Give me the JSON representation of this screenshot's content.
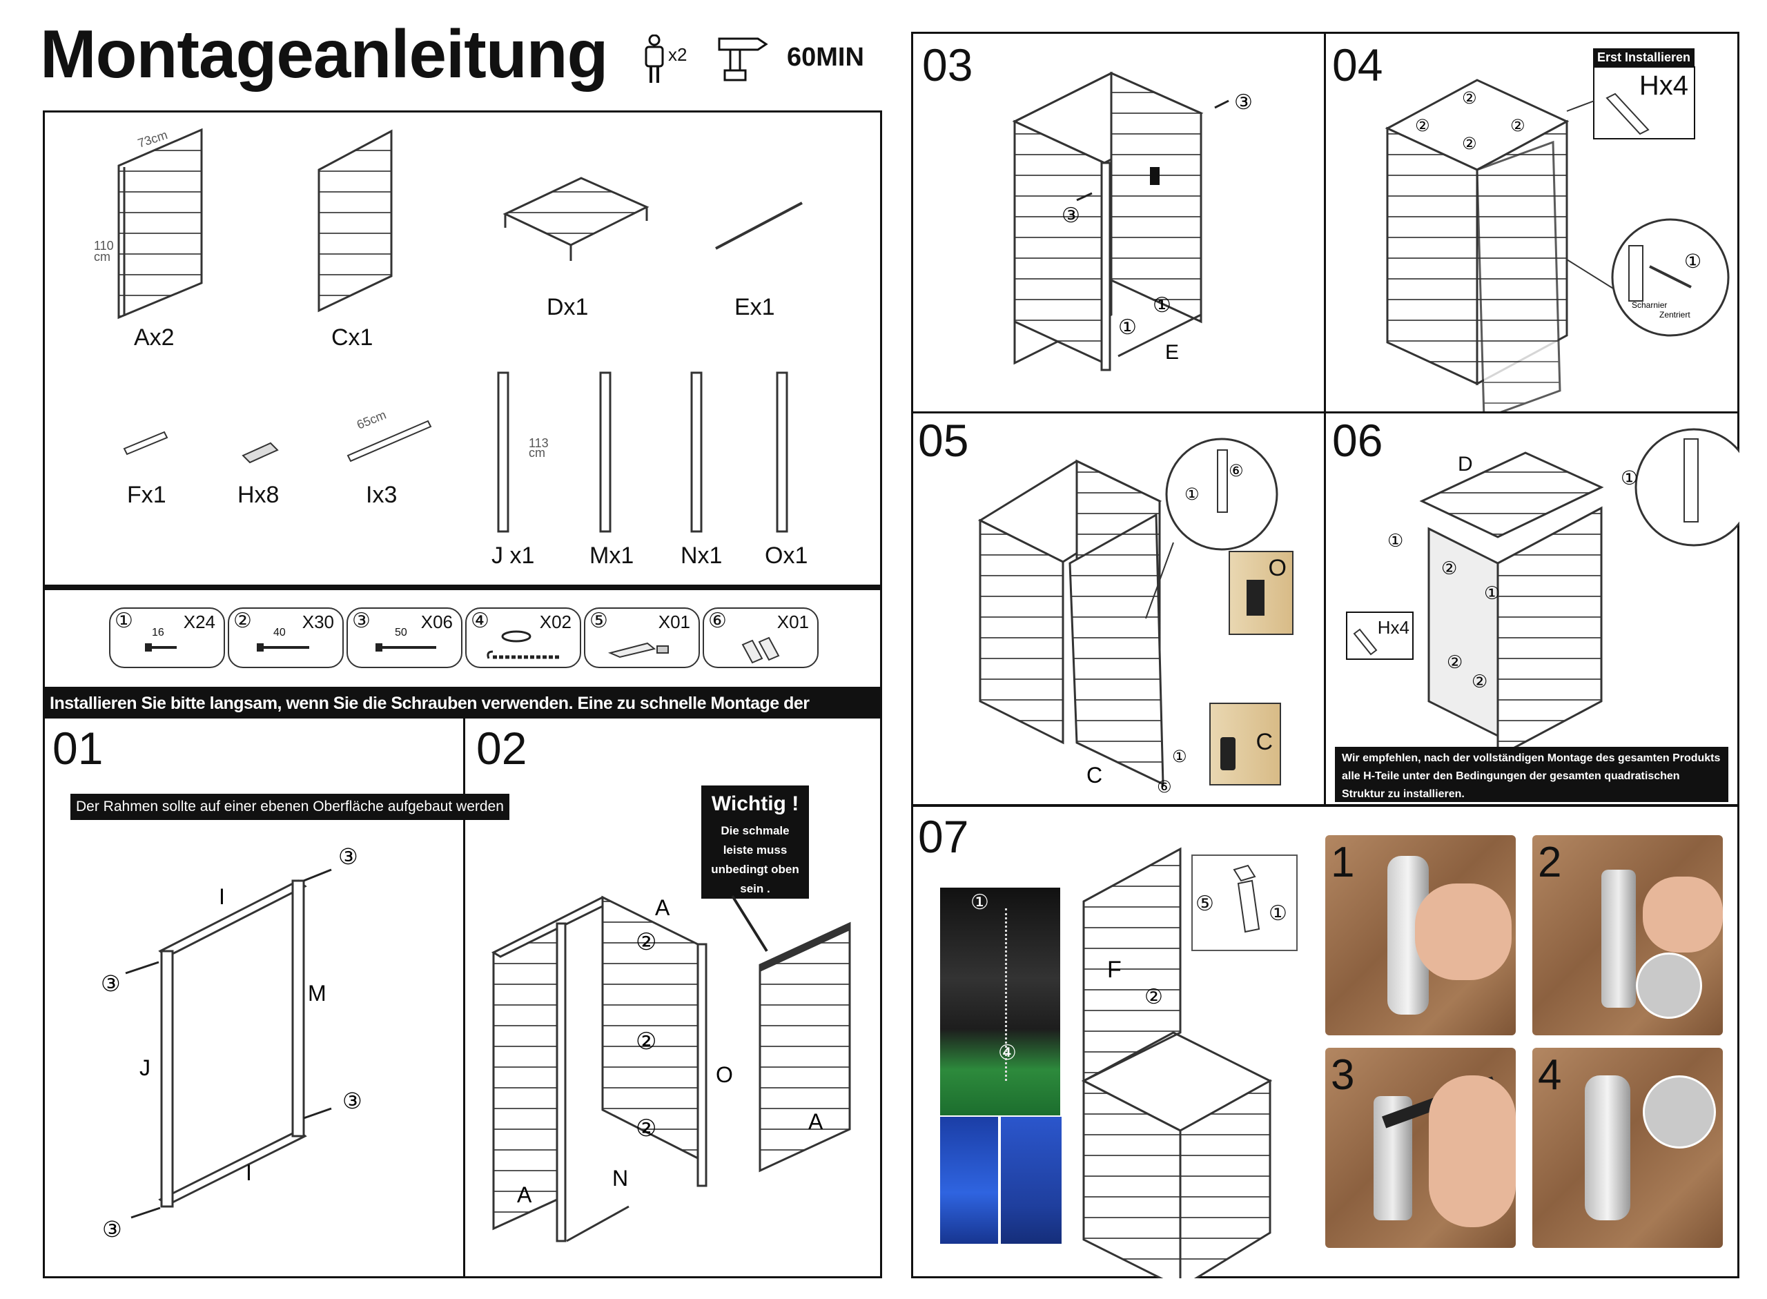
{
  "header": {
    "title": "Montageanleitung",
    "persons": "x2",
    "time": "60MIN"
  },
  "parts": [
    {
      "label": "Ax2"
    },
    {
      "label": "Cx1"
    },
    {
      "label": "Dx1"
    },
    {
      "label": "Ex1"
    },
    {
      "label": "Fx1"
    },
    {
      "label": "Hx8"
    },
    {
      "label": "Ix3"
    },
    {
      "label": "J x1"
    },
    {
      "label": "Mx1"
    },
    {
      "label": "Nx1"
    },
    {
      "label": "Ox1"
    }
  ],
  "dimensions": {
    "width_a": "73cm",
    "height_a": "110",
    "unit_cm": "cm",
    "width_i": "65cm",
    "height_j": "113"
  },
  "hardware": [
    {
      "num": "①",
      "qty": "X24",
      "len": "16"
    },
    {
      "num": "②",
      "qty": "X30",
      "len": "40"
    },
    {
      "num": "③",
      "qty": "X06",
      "len": "50"
    },
    {
      "num": "④",
      "qty": "X02",
      "len": ""
    },
    {
      "num": "⑤",
      "qty": "X01",
      "len": ""
    },
    {
      "num": "⑥",
      "qty": "X01",
      "len": ""
    }
  ],
  "warning": "Installieren Sie bitte langsam, wenn Sie die Schrauben verwenden. Eine zu schnelle Montage der Schrauben kann zu Rissen führen.",
  "steps": {
    "s01": {
      "num": "01",
      "note": "Der Rahmen sollte auf einer ebenen Oberfläche aufgebaut werden",
      "labels": [
        "I",
        "M",
        "J",
        "I"
      ]
    },
    "s02": {
      "num": "02",
      "callout_title": "Wichtig !",
      "callout_body": "Die schmale leiste muss unbedingt oben sein .",
      "labels": [
        "A",
        "O",
        "A",
        "N",
        "A"
      ]
    },
    "s03": {
      "num": "03",
      "labels": [
        "E"
      ]
    },
    "s04": {
      "num": "04",
      "erst": "Erst Installieren",
      "hx4": "Hx4",
      "scharnier": "Scharnier",
      "zentriert": "Zentriert"
    },
    "s05": {
      "num": "05",
      "labels": [
        "C",
        "O",
        "C"
      ]
    },
    "s06": {
      "num": "06",
      "label_d": "D",
      "hx4": "Hx4",
      "recommend": "Wir empfehlen, nach der vollständigen Montage des gesamten Produkts alle H-Teile unter den Bedingungen der gesamten quadratischen Struktur zu installieren."
    },
    "s07": {
      "num": "07",
      "label_f": "F",
      "photos": [
        "1",
        "2",
        "3",
        "4"
      ]
    }
  },
  "marks": {
    "one": "①",
    "two": "②",
    "three": "③",
    "four": "④",
    "five": "⑤",
    "six": "⑥"
  }
}
